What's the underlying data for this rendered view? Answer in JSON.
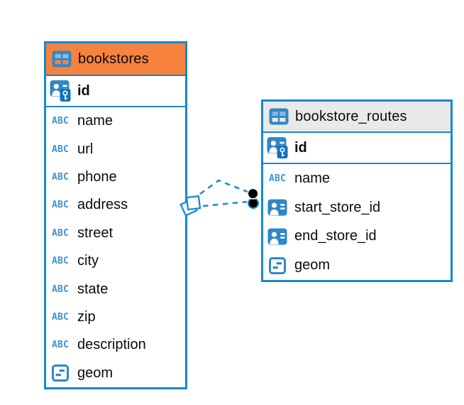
{
  "tables": [
    {
      "name": "bookstores",
      "primary_key": "id",
      "fields": [
        {
          "name": "name",
          "type": "text"
        },
        {
          "name": "url",
          "type": "text"
        },
        {
          "name": "phone",
          "type": "text"
        },
        {
          "name": "address",
          "type": "text"
        },
        {
          "name": "street",
          "type": "text"
        },
        {
          "name": "city",
          "type": "text"
        },
        {
          "name": "state",
          "type": "text"
        },
        {
          "name": "zip",
          "type": "text"
        },
        {
          "name": "description",
          "type": "text"
        },
        {
          "name": "geom",
          "type": "geometry"
        }
      ]
    },
    {
      "name": "bookstore_routes",
      "primary_key": "id",
      "fields": [
        {
          "name": "name",
          "type": "text"
        },
        {
          "name": "start_store_id",
          "type": "reference"
        },
        {
          "name": "end_store_id",
          "type": "reference"
        },
        {
          "name": "geom",
          "type": "geometry"
        }
      ]
    }
  ],
  "icons": {
    "text_type_label": "ABC"
  },
  "colors": {
    "table_border": "#1589cf",
    "bookstores_header_bg": "#f6823e",
    "bookstore_routes_header_bg": "#e9e9e9",
    "icon_blue": "#2f87c6",
    "key_badge_blue": "#1472bb",
    "connector_blue": "#1b8fd4",
    "connector_endpoint": "#000000"
  }
}
